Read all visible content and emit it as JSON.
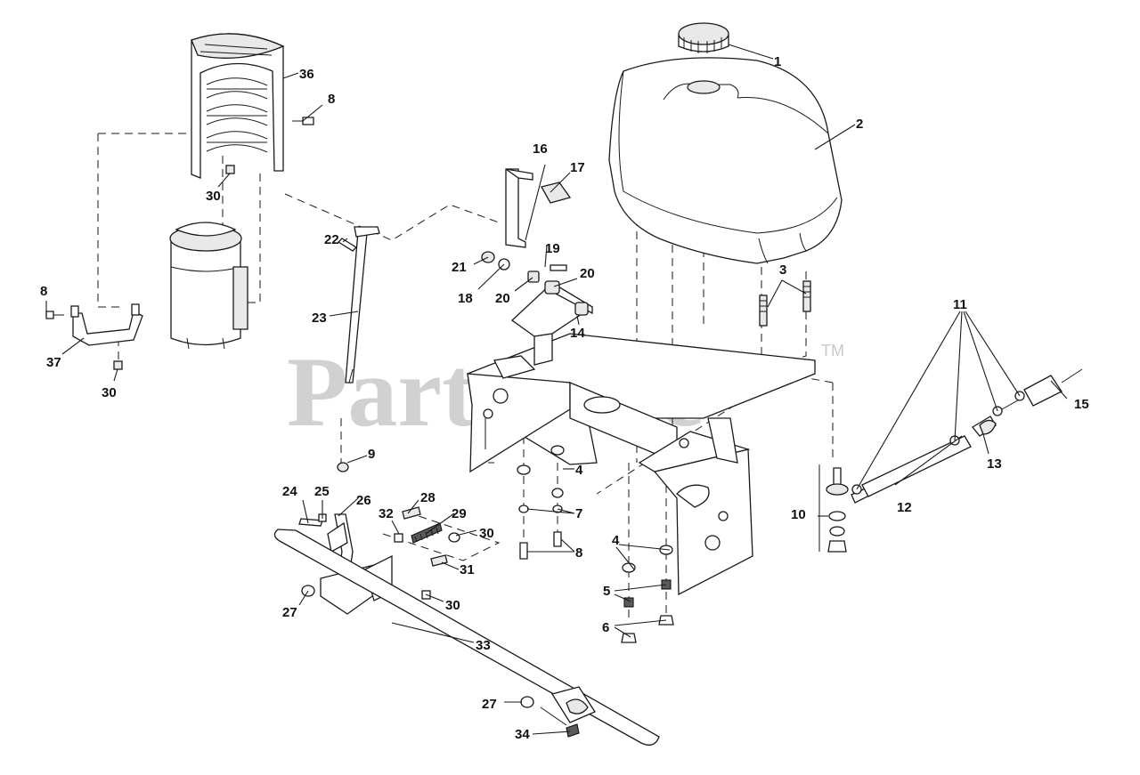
{
  "watermark": {
    "text": "PartsTree",
    "trademark": "TM"
  },
  "callouts": {
    "c1": "1",
    "c2": "2",
    "c3": "3",
    "c4a": "4",
    "c4b": "4",
    "c5": "5",
    "c6": "6",
    "c7": "7",
    "c8a": "8",
    "c8b": "8",
    "c8c": "8",
    "c9": "9",
    "c10": "10",
    "c11": "11",
    "c12": "12",
    "c13": "13",
    "c14": "14",
    "c15": "15",
    "c16": "16",
    "c17": "17",
    "c18": "18",
    "c19": "19",
    "c20a": "20",
    "c20b": "20",
    "c21": "21",
    "c22": "22",
    "c23": "23",
    "c24": "24",
    "c25": "25",
    "c26": "26",
    "c27a": "27",
    "c27b": "27",
    "c28": "28",
    "c29": "29",
    "c30a": "30",
    "c30b": "30",
    "c30c": "30",
    "c30d": "30",
    "c31": "31",
    "c32": "32",
    "c33": "33",
    "c34": "34",
    "c36": "36",
    "c37": "37"
  }
}
